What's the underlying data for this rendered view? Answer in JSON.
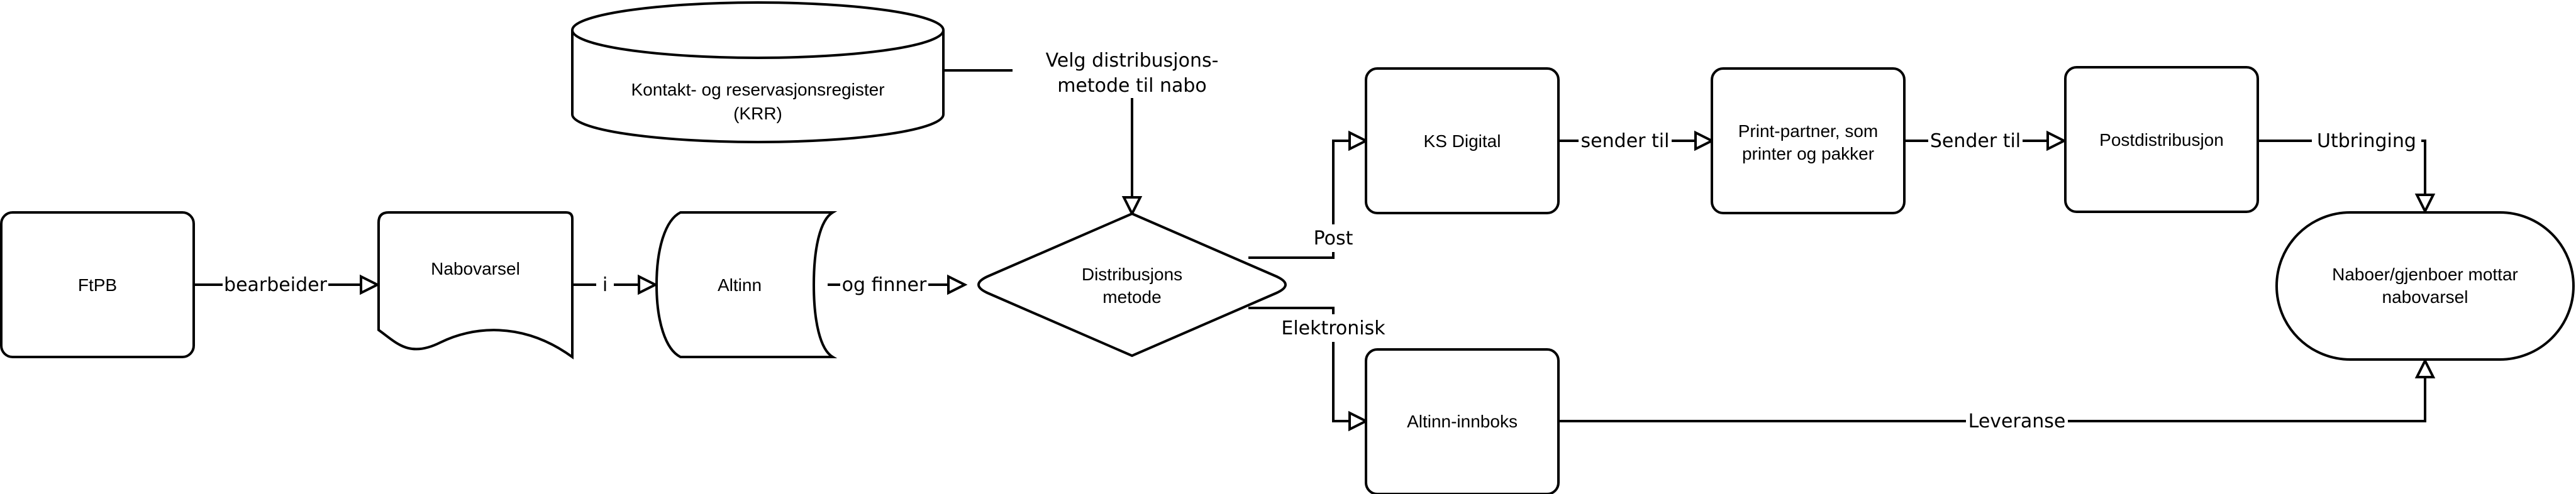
{
  "nodes": {
    "ftpb": "FtPB",
    "nabovarsel": "Nabovarsel",
    "altinn": "Altinn",
    "krr_line1": "Kontakt- og reservasjonsregister",
    "krr_line2": "(KRR)",
    "distribusjon_line1": "Distribusjons",
    "distribusjon_line2": "metode",
    "ks_digital": "KS Digital",
    "print_partner_line1": "Print-partner, som",
    "print_partner_line2": "printer og pakker",
    "postdistribusjon": "Postdistribusjon",
    "altinn_innboks": "Altinn-innboks",
    "naboer_line1": "Naboer/gjenboer mottar",
    "naboer_line2": "nabovarsel"
  },
  "edges": {
    "bearbeider": "bearbeider",
    "i": "i",
    "og_finner": "og finner",
    "velg_line1": "Velg distribusjons-",
    "velg_line2": "metode til nabo",
    "post": "Post",
    "elektronisk": "Elektronisk",
    "sender_til_lower": "sender til",
    "sender_til_upper": "Sender til",
    "utbringing": "Utbringing",
    "leveranse": "Leveranse"
  }
}
